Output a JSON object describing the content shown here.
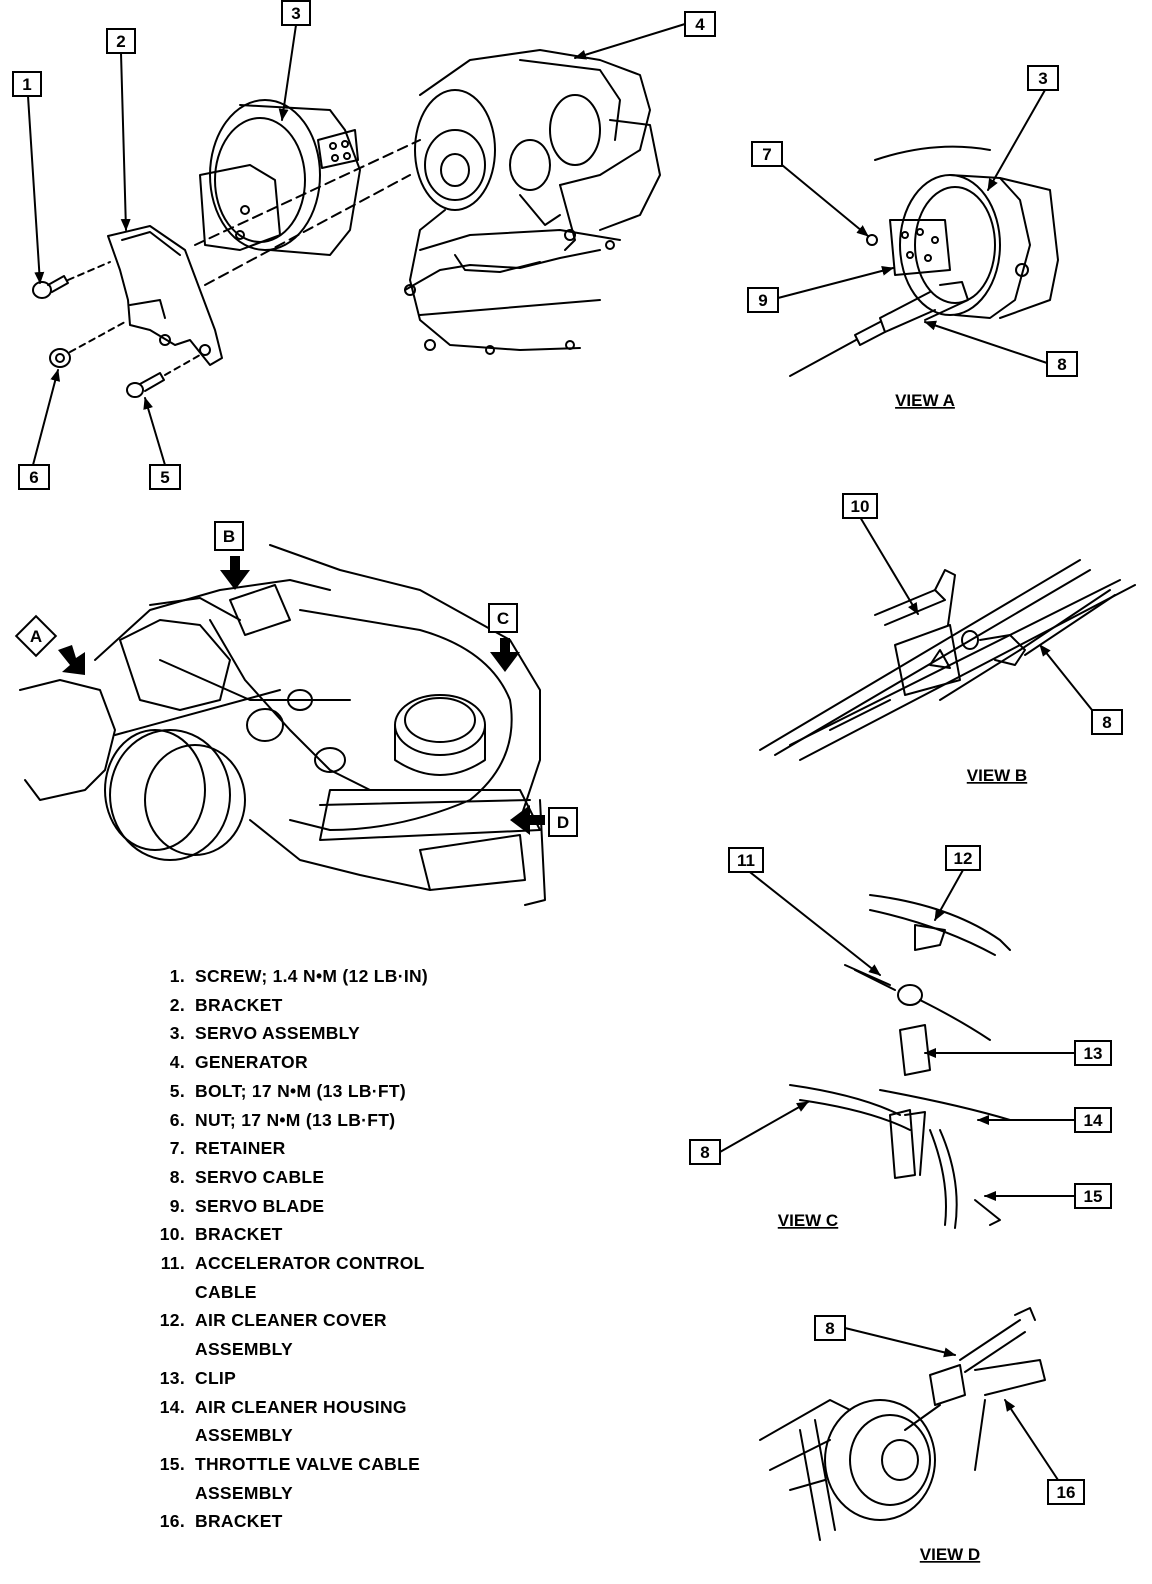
{
  "callouts": {
    "c1": "1",
    "c2": "2",
    "c3a": "3",
    "c4": "4",
    "c5": "5",
    "c6": "6",
    "c3b": "3",
    "c7": "7",
    "c9": "9",
    "c8a": "8",
    "c10": "10",
    "c8b": "8",
    "c11": "11",
    "c12": "12",
    "c13": "13",
    "c14": "14",
    "c8c": "8",
    "c15": "15",
    "c8d": "8",
    "c16": "16"
  },
  "view_arrows": {
    "a": "A",
    "b": "B",
    "c": "C",
    "d": "D"
  },
  "view_labels": {
    "view_a": "VIEW A",
    "view_b": "VIEW B",
    "view_c": "VIEW C",
    "view_d": "VIEW D"
  },
  "legend": [
    {
      "num": "1.",
      "text": "SCREW; 1.4 N•M (12 LB·IN)"
    },
    {
      "num": "2.",
      "text": "BRACKET"
    },
    {
      "num": "3.",
      "text": "SERVO ASSEMBLY"
    },
    {
      "num": "4.",
      "text": "GENERATOR"
    },
    {
      "num": "5.",
      "text": "BOLT; 17 N•M (13 LB·FT)"
    },
    {
      "num": "6.",
      "text": "NUT; 17 N•M (13 LB·FT)"
    },
    {
      "num": "7.",
      "text": "RETAINER"
    },
    {
      "num": "8.",
      "text": "SERVO CABLE"
    },
    {
      "num": "9.",
      "text": "SERVO BLADE"
    },
    {
      "num": "10.",
      "text": "BRACKET"
    },
    {
      "num": "11.",
      "text": "ACCELERATOR CONTROL\nCABLE"
    },
    {
      "num": "12.",
      "text": "AIR CLEANER COVER\nASSEMBLY"
    },
    {
      "num": "13.",
      "text": "CLIP"
    },
    {
      "num": "14.",
      "text": "AIR CLEANER HOUSING\nASSEMBLY"
    },
    {
      "num": "15.",
      "text": "THROTTLE VALVE CABLE\nASSEMBLY"
    },
    {
      "num": "16.",
      "text": "BRACKET"
    }
  ]
}
